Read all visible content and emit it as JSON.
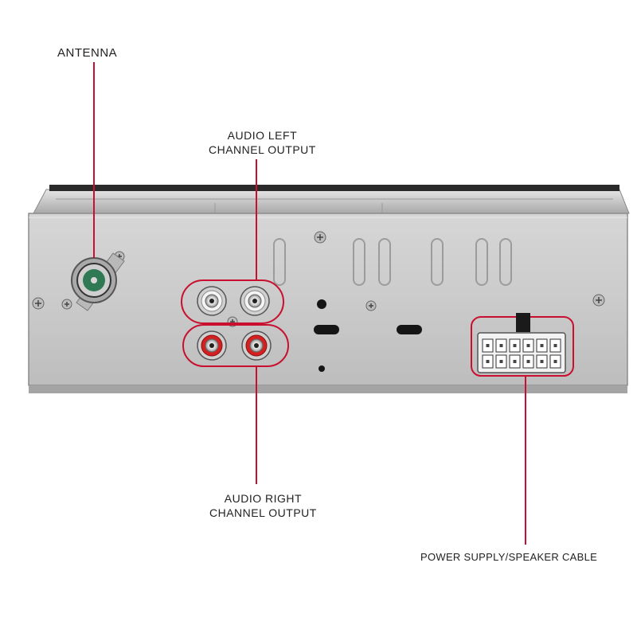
{
  "labels": {
    "antenna": "ANTENNA",
    "audio_left": [
      "AUDIO LEFT",
      "CHANNEL OUTPUT"
    ],
    "audio_right": [
      "AUDIO RIGHT",
      "CHANNEL OUTPUT"
    ],
    "power": "POWER SUPPLY/SPEAKER CABLE"
  },
  "colors": {
    "callout_line": "#c8102e",
    "panel": "#c9c9c9",
    "rca_left_ring": "#e8e8e8",
    "rca_right_ring": "#d42020",
    "antenna_insulator": "#2f7a55"
  },
  "connector": {
    "rows": 2,
    "pins_per_row": 6
  }
}
